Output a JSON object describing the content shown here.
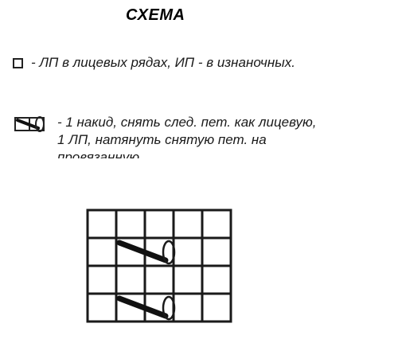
{
  "title": "СХЕМА",
  "legend": [
    {
      "icon": "square-icon",
      "text": "- ЛП в лицевых рядах,  ИП - в изнаночных."
    },
    {
      "icon": "slip-stitch-icon",
      "line1": "- 1 накид, снять след. пет. как лицевую,",
      "line2": "1 ЛП, натянуть снятую пет. на",
      "line3": "провязанную"
    }
  ],
  "chart": {
    "columns": 5,
    "rows": 4,
    "symbols": [
      {
        "row": 2,
        "from_col": 2,
        "to_col": 3,
        "icon": "slip-stitch-icon"
      },
      {
        "row": 4,
        "from_col": 2,
        "to_col": 3,
        "icon": "slip-stitch-icon"
      }
    ]
  },
  "colors": {
    "grid_line": "#1a1a1a",
    "text": "#1a1a1a",
    "background": "#ffffff"
  }
}
